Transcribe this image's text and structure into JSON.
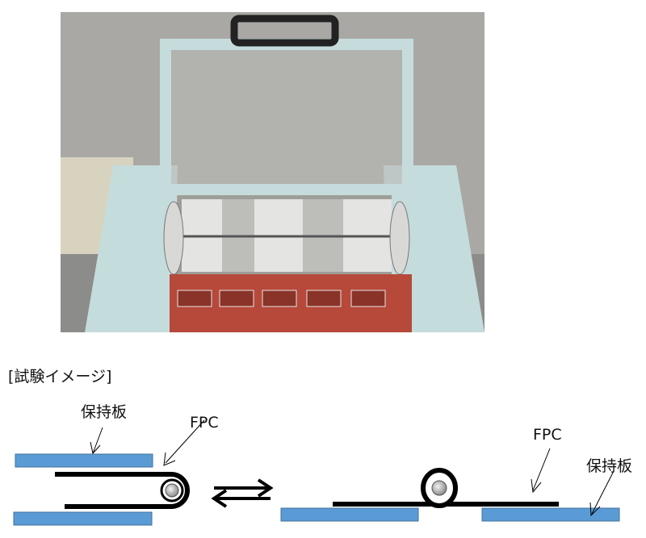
{
  "photo": {
    "description_label": "",
    "colors": {
      "frame": "#c6dcdc",
      "base": "#b6493a"
    }
  },
  "section_title": "[試験イメージ]",
  "diagram": {
    "left": {
      "plate_label": "保持板",
      "fpc_label": "FPC"
    },
    "right": {
      "plate_label": "保持板",
      "fpc_label": "FPC"
    },
    "plate_color": "#5b9bd5"
  }
}
